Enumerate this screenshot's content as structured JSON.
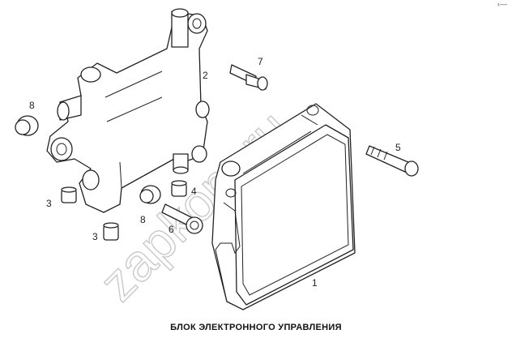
{
  "caption": "БЛОК ЭЛЕКТРОННОГО УПРАВЛЕНИЯ",
  "watermark": "zapkom.ru",
  "corner_mark": "‹—",
  "callouts": {
    "c1": "1",
    "c2": "2",
    "c3a": "3",
    "c3b": "3",
    "c4": "4",
    "c5": "5",
    "c6": "6",
    "c7": "7",
    "c8a": "8",
    "c8b": "8"
  }
}
